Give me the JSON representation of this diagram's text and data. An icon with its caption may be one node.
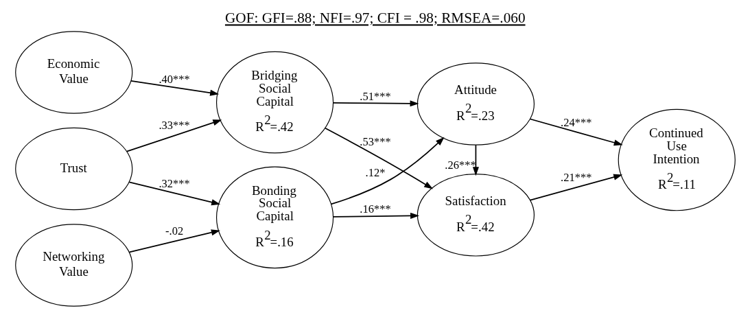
{
  "diagram": {
    "title": "GOF: GFI=.88; NFI=.97; CFI = .98; RMSEA=.060",
    "nodes": [
      {
        "text": [
          "Economic Value"
        ]
      },
      {
        "text": [
          "Bridging Social Capital",
          "R$^{2}$=.42"
        ]
      },
      {
        "text": [
          "Trust"
        ]
      },
      {
        "text": [
          "Networking Value"
        ]
      },
      {
        "text": [
          "Bonding Social Capital",
          "R$^{2}$=.16"
        ]
      },
      {
        "text": [
          "Attitude",
          "R$^{2}$=.23"
        ]
      },
      {
        "text": [
          "Satisfaction",
          "R$^{2}$=.42"
        ]
      },
      {
        "text": [
          "Continued Use Intention",
          "R$^{2}$=.11"
        ]
      }
    ],
    "edges": [
      {
        "from": 0,
        "to": 1,
        "arrow": "to",
        "label": ".40***"
      },
      {
        "from": 2,
        "to": 1,
        "arrow": "to",
        "label": ".33***"
      },
      {
        "from": 2,
        "to": 4,
        "arrow": "to",
        "label": ".32***"
      },
      {
        "from": 3,
        "to": 4,
        "arrow": "to",
        "label": "-.02"
      },
      {
        "from": 1,
        "to": 5,
        "arrow": "to",
        "label": ".51***"
      },
      {
        "from": 1,
        "to": 6,
        "arrow": "to",
        "label": ".53***"
      },
      {
        "from": 4,
        "to": 5,
        "arrow": "to",
        "label": ".12*"
      },
      {
        "from": 4,
        "to": 6,
        "arrow": "to",
        "label": ".16***"
      },
      {
        "from": 5,
        "to": 6,
        "arrow": "to",
        "label": ".26***"
      },
      {
        "from": 5,
        "to": 7,
        "arrow": "to",
        "label": ".24***"
      },
      {
        "from": 6,
        "to": 7,
        "arrow": "to",
        "label": ".21***"
      }
    ]
  }
}
